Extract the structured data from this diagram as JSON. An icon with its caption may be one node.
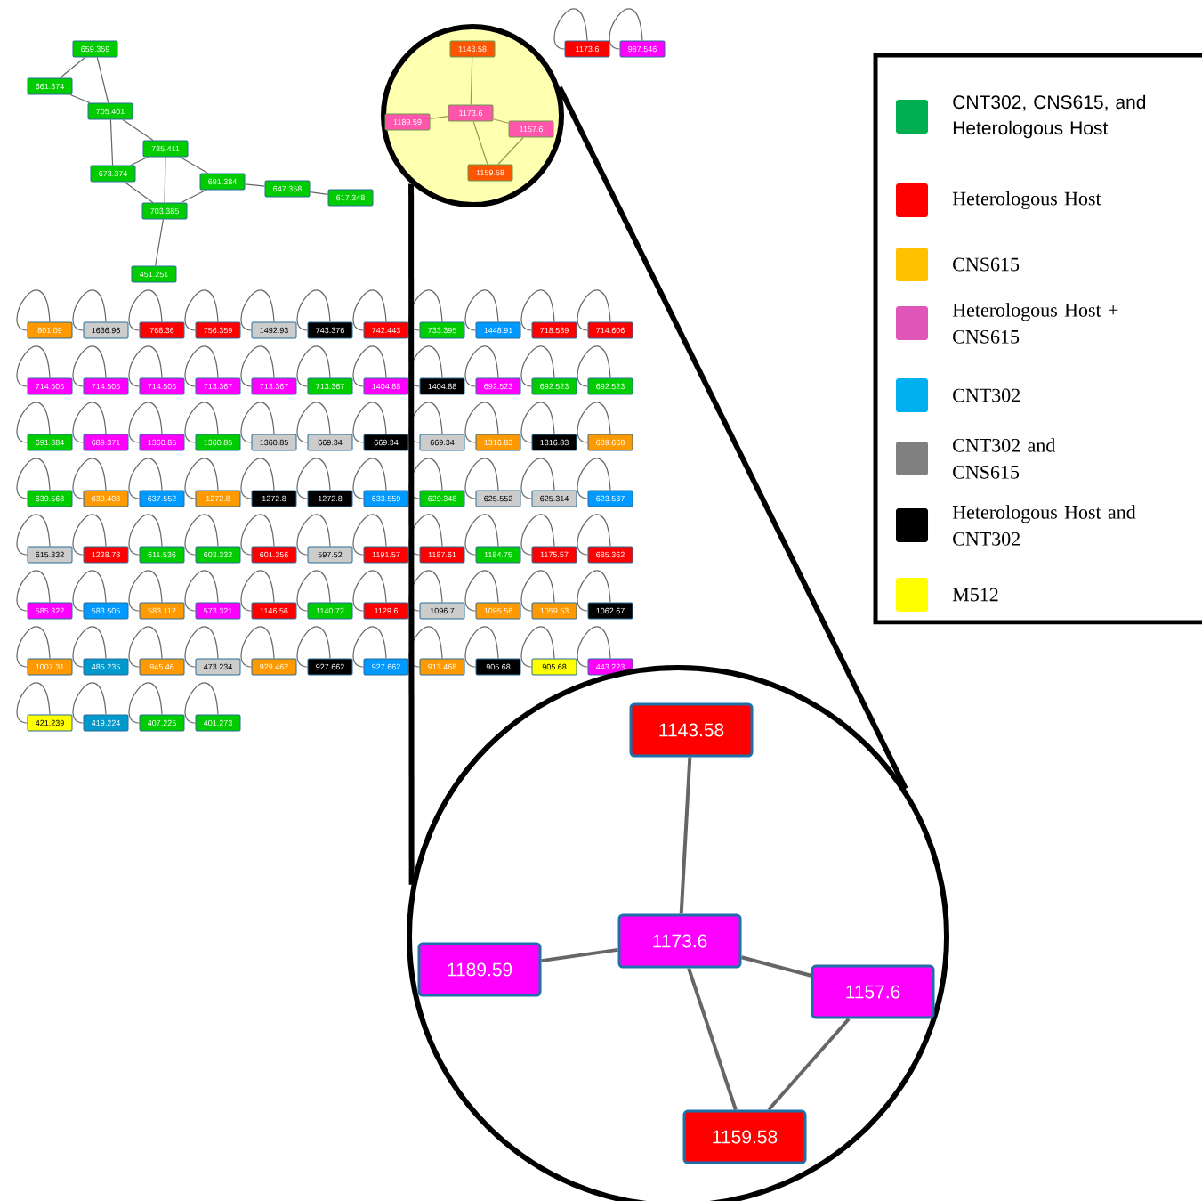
{
  "diagram": {
    "nodes": [
      {
        "text": [
          "659.359"
        ]
      },
      {
        "text": [
          "661.374"
        ]
      },
      {
        "text": [
          "705.401"
        ]
      },
      {
        "text": [
          "735.411"
        ]
      },
      {
        "text": [
          "673.374"
        ]
      },
      {
        "text": [
          "691.384"
        ]
      },
      {
        "text": [
          "703.385"
        ]
      },
      {
        "text": [
          "647.358"
        ]
      },
      {
        "text": [
          "617.348"
        ]
      },
      {
        "text": [
          "451.251"
        ]
      },
      {
        "text": [],
        "shape": "circle"
      },
      {
        "text": [
          "1143.58"
        ],
        "in": 10
      },
      {
        "text": [
          "1189.59"
        ],
        "in": 10
      },
      {
        "text": [
          "1173.6"
        ],
        "in": 10
      },
      {
        "text": [
          "1157.6"
        ],
        "in": 10
      },
      {
        "text": [
          "1159.58"
        ],
        "in": 10
      },
      {
        "text": [
          "1173.6"
        ]
      },
      {
        "text": [
          "987.546"
        ]
      },
      {
        "text": [
          "801.09"
        ]
      },
      {
        "text": [
          "1636.96"
        ]
      },
      {
        "text": [
          "768.36"
        ]
      },
      {
        "text": [
          "756.359"
        ]
      },
      {
        "text": [
          "1492.93"
        ]
      },
      {
        "text": [
          "743.376"
        ]
      },
      {
        "text": [
          "742.443"
        ]
      },
      {
        "text": [
          "733.395"
        ]
      },
      {
        "text": [
          "1448.91"
        ]
      },
      {
        "text": [
          "718.539"
        ]
      },
      {
        "text": [
          "714.606"
        ]
      },
      {
        "text": [
          "714.505"
        ]
      },
      {
        "text": [
          "714.505"
        ]
      },
      {
        "text": [
          "714.505"
        ]
      },
      {
        "text": [
          "713.367"
        ]
      },
      {
        "text": [
          "713.367"
        ]
      },
      {
        "text": [
          "713.367"
        ]
      },
      {
        "text": [
          "1404.88"
        ]
      },
      {
        "text": [
          "1404.88"
        ]
      },
      {
        "text": [
          "692.523"
        ]
      },
      {
        "text": [
          "692.523"
        ]
      },
      {
        "text": [
          "692.523"
        ]
      },
      {
        "text": [
          "691.384"
        ]
      },
      {
        "text": [
          "689.371"
        ]
      },
      {
        "text": [
          "1360.85"
        ]
      },
      {
        "text": [
          "1360.85"
        ]
      },
      {
        "text": [
          "1360.85"
        ]
      },
      {
        "text": [
          "669.34"
        ]
      },
      {
        "text": [
          "669.34"
        ]
      },
      {
        "text": [
          "669.34"
        ]
      },
      {
        "text": [
          "1316.83"
        ]
      },
      {
        "text": [
          "1316.83"
        ]
      },
      {
        "text": [
          "639.668"
        ]
      },
      {
        "text": [
          "639.568"
        ]
      },
      {
        "text": [
          "639.408"
        ]
      },
      {
        "text": [
          "637.552"
        ]
      },
      {
        "text": [
          "1272.8"
        ]
      },
      {
        "text": [
          "1272.8"
        ]
      },
      {
        "text": [
          "1272.8"
        ]
      },
      {
        "text": [
          "633.559"
        ]
      },
      {
        "text": [
          "629.348"
        ]
      },
      {
        "text": [
          "625.552"
        ]
      },
      {
        "text": [
          "625.314"
        ]
      },
      {
        "text": [
          "623.537"
        ]
      },
      {
        "text": [
          "615.332"
        ]
      },
      {
        "text": [
          "1228.78"
        ]
      },
      {
        "text": [
          "611.536"
        ]
      },
      {
        "text": [
          "603.332"
        ]
      },
      {
        "text": [
          "601.356"
        ]
      },
      {
        "text": [
          "597.52"
        ]
      },
      {
        "text": [
          "1191.57"
        ]
      },
      {
        "text": [
          "1187.61"
        ]
      },
      {
        "text": [
          "1184.75"
        ]
      },
      {
        "text": [
          "1175.57"
        ]
      },
      {
        "text": [
          "685.362"
        ]
      },
      {
        "text": [
          "585.322"
        ]
      },
      {
        "text": [
          "583.505"
        ]
      },
      {
        "text": [
          "583.112"
        ]
      },
      {
        "text": [
          "573.321"
        ]
      },
      {
        "text": [
          "1146.56"
        ]
      },
      {
        "text": [
          "1140.72"
        ]
      },
      {
        "text": [
          "1129.6"
        ]
      },
      {
        "text": [
          "1096.7"
        ]
      },
      {
        "text": [
          "1095.56"
        ]
      },
      {
        "text": [
          "1059.53"
        ]
      },
      {
        "text": [
          "1062.67"
        ]
      },
      {
        "text": [
          "1007.31"
        ]
      },
      {
        "text": [
          "485.235"
        ]
      },
      {
        "text": [
          "945.46"
        ]
      },
      {
        "text": [
          "473.234"
        ]
      },
      {
        "text": [
          "929.462"
        ]
      },
      {
        "text": [
          "927.662"
        ]
      },
      {
        "text": [
          "927.662"
        ]
      },
      {
        "text": [
          "913.468"
        ]
      },
      {
        "text": [
          "905.68"
        ]
      },
      {
        "text": [
          "905.68"
        ]
      },
      {
        "text": [
          "443.223"
        ]
      },
      {
        "text": [
          "421.239"
        ]
      },
      {
        "text": [
          "419.224"
        ]
      },
      {
        "text": [
          "407.225"
        ]
      },
      {
        "text": [
          "401.273"
        ]
      },
      {
        "text": [],
        "shape": "circle"
      },
      {
        "text": [
          "1143.58"
        ],
        "in": 99
      },
      {
        "text": [
          "1189.59"
        ],
        "in": 99
      },
      {
        "text": [
          "1173.6"
        ],
        "in": 99
      },
      {
        "text": [
          "1157.6"
        ],
        "in": 99
      },
      {
        "text": [
          "1159.58"
        ],
        "in": 99
      }
    ],
    "edges": [
      {
        "from": 0,
        "to": 1,
        "arrow": "none"
      },
      {
        "from": 0,
        "to": 2,
        "arrow": "none"
      },
      {
        "from": 1,
        "to": 2,
        "arrow": "none"
      },
      {
        "from": 2,
        "to": 3,
        "arrow": "none"
      },
      {
        "from": 2,
        "to": 4,
        "arrow": "none"
      },
      {
        "from": 3,
        "to": 4,
        "arrow": "none"
      },
      {
        "from": 3,
        "to": 6,
        "arrow": "none"
      },
      {
        "from": 3,
        "to": 5,
        "arrow": "none"
      },
      {
        "from": 4,
        "to": 6,
        "arrow": "none"
      },
      {
        "from": 5,
        "to": 6,
        "arrow": "none"
      },
      {
        "from": 5,
        "to": 7,
        "arrow": "none"
      },
      {
        "from": 7,
        "to": 8,
        "arrow": "none"
      },
      {
        "from": 6,
        "to": 9,
        "arrow": "none"
      },
      {
        "from": 11,
        "to": 13,
        "arrow": "none",
        "color": "#999955"
      },
      {
        "from": 12,
        "to": 13,
        "arrow": "none",
        "color": "#999955"
      },
      {
        "from": 13,
        "to": 14,
        "arrow": "none",
        "color": "#999955"
      },
      {
        "from": 13,
        "to": 15,
        "arrow": "none",
        "color": "#999955"
      },
      {
        "from": 14,
        "to": 15,
        "arrow": "none",
        "color": "#999955"
      },
      {
        "from": 16,
        "to": 16,
        "arrow": "none"
      },
      {
        "from": 17,
        "to": 17,
        "arrow": "none"
      },
      {
        "from": 18,
        "to": 18,
        "arrow": "none"
      },
      {
        "from": 19,
        "to": 19,
        "arrow": "none"
      },
      {
        "from": 20,
        "to": 20,
        "arrow": "none"
      },
      {
        "from": 21,
        "to": 21,
        "arrow": "none"
      },
      {
        "from": 22,
        "to": 22,
        "arrow": "none"
      },
      {
        "from": 23,
        "to": 23,
        "arrow": "none"
      },
      {
        "from": 24,
        "to": 24,
        "arrow": "none"
      },
      {
        "from": 25,
        "to": 25,
        "arrow": "none"
      },
      {
        "from": 26,
        "to": 26,
        "arrow": "none"
      },
      {
        "from": 27,
        "to": 27,
        "arrow": "none"
      },
      {
        "from": 28,
        "to": 28,
        "arrow": "none"
      },
      {
        "from": 29,
        "to": 29,
        "arrow": "none"
      },
      {
        "from": 30,
        "to": 30,
        "arrow": "none"
      },
      {
        "from": 31,
        "to": 31,
        "arrow": "none"
      },
      {
        "from": 32,
        "to": 32,
        "arrow": "none"
      },
      {
        "from": 33,
        "to": 33,
        "arrow": "none"
      },
      {
        "from": 34,
        "to": 34,
        "arrow": "none"
      },
      {
        "from": 35,
        "to": 35,
        "arrow": "none"
      },
      {
        "from": 36,
        "to": 36,
        "arrow": "none"
      },
      {
        "from": 37,
        "to": 37,
        "arrow": "none"
      },
      {
        "from": 38,
        "to": 38,
        "arrow": "none"
      },
      {
        "from": 39,
        "to": 39,
        "arrow": "none"
      },
      {
        "from": 40,
        "to": 40,
        "arrow": "none"
      },
      {
        "from": 41,
        "to": 41,
        "arrow": "none"
      },
      {
        "from": 42,
        "to": 42,
        "arrow": "none"
      },
      {
        "from": 43,
        "to": 43,
        "arrow": "none"
      },
      {
        "from": 44,
        "to": 44,
        "arrow": "none"
      },
      {
        "from": 45,
        "to": 45,
        "arrow": "none"
      },
      {
        "from": 46,
        "to": 46,
        "arrow": "none"
      },
      {
        "from": 47,
        "to": 47,
        "arrow": "none"
      },
      {
        "from": 48,
        "to": 48,
        "arrow": "none"
      },
      {
        "from": 49,
        "to": 49,
        "arrow": "none"
      },
      {
        "from": 50,
        "to": 50,
        "arrow": "none"
      },
      {
        "from": 51,
        "to": 51,
        "arrow": "none"
      },
      {
        "from": 52,
        "to": 52,
        "arrow": "none"
      },
      {
        "from": 53,
        "to": 53,
        "arrow": "none"
      },
      {
        "from": 54,
        "to": 54,
        "arrow": "none"
      },
      {
        "from": 55,
        "to": 55,
        "arrow": "none"
      },
      {
        "from": 56,
        "to": 56,
        "arrow": "none"
      },
      {
        "from": 57,
        "to": 57,
        "arrow": "none"
      },
      {
        "from": 58,
        "to": 58,
        "arrow": "none"
      },
      {
        "from": 59,
        "to": 59,
        "arrow": "none"
      },
      {
        "from": 60,
        "to": 60,
        "arrow": "none"
      },
      {
        "from": 61,
        "to": 61,
        "arrow": "none"
      },
      {
        "from": 62,
        "to": 62,
        "arrow": "none"
      },
      {
        "from": 63,
        "to": 63,
        "arrow": "none"
      },
      {
        "from": 64,
        "to": 64,
        "arrow": "none"
      },
      {
        "from": 65,
        "to": 65,
        "arrow": "none"
      },
      {
        "from": 66,
        "to": 66,
        "arrow": "none"
      },
      {
        "from": 67,
        "to": 67,
        "arrow": "none"
      },
      {
        "from": 68,
        "to": 68,
        "arrow": "none"
      },
      {
        "from": 69,
        "to": 69,
        "arrow": "none"
      },
      {
        "from": 70,
        "to": 70,
        "arrow": "none"
      },
      {
        "from": 71,
        "to": 71,
        "arrow": "none"
      },
      {
        "from": 72,
        "to": 72,
        "arrow": "none"
      },
      {
        "from": 73,
        "to": 73,
        "arrow": "none"
      },
      {
        "from": 74,
        "to": 74,
        "arrow": "none"
      },
      {
        "from": 75,
        "to": 75,
        "arrow": "none"
      },
      {
        "from": 76,
        "to": 76,
        "arrow": "none"
      },
      {
        "from": 77,
        "to": 77,
        "arrow": "none"
      },
      {
        "from": 78,
        "to": 78,
        "arrow": "none"
      },
      {
        "from": 79,
        "to": 79,
        "arrow": "none"
      },
      {
        "from": 80,
        "to": 80,
        "arrow": "none"
      },
      {
        "from": 81,
        "to": 81,
        "arrow": "none"
      },
      {
        "from": 82,
        "to": 82,
        "arrow": "none"
      },
      {
        "from": 83,
        "to": 83,
        "arrow": "none"
      },
      {
        "from": 84,
        "to": 84,
        "arrow": "none"
      },
      {
        "from": 85,
        "to": 85,
        "arrow": "none"
      },
      {
        "from": 86,
        "to": 86,
        "arrow": "none"
      },
      {
        "from": 87,
        "to": 87,
        "arrow": "none"
      },
      {
        "from": 88,
        "to": 88,
        "arrow": "none"
      },
      {
        "from": 89,
        "to": 89,
        "arrow": "none"
      },
      {
        "from": 90,
        "to": 90,
        "arrow": "none"
      },
      {
        "from": 91,
        "to": 91,
        "arrow": "none"
      },
      {
        "from": 92,
        "to": 92,
        "arrow": "none"
      },
      {
        "from": 93,
        "to": 93,
        "arrow": "none"
      },
      {
        "from": 94,
        "to": 94,
        "arrow": "none"
      },
      {
        "from": 95,
        "to": 95,
        "arrow": "none"
      },
      {
        "from": 96,
        "to": 96,
        "arrow": "none"
      },
      {
        "from": 97,
        "to": 97,
        "arrow": "none"
      },
      {
        "from": 98,
        "to": 98,
        "arrow": "none"
      },
      {
        "from": 10,
        "to": 99,
        "arrow": "none",
        "style": "thick",
        "color": "#000000"
      },
      {
        "from": 10,
        "to": 99,
        "arrow": "none",
        "style": "thick",
        "color": "#000000"
      },
      {
        "from": 100,
        "to": 102,
        "arrow": "none",
        "style": "thick"
      },
      {
        "from": 101,
        "to": 102,
        "arrow": "none",
        "style": "thick"
      },
      {
        "from": 102,
        "to": 103,
        "arrow": "none",
        "style": "thick"
      },
      {
        "from": 102,
        "to": 104,
        "arrow": "none",
        "style": "thick"
      },
      {
        "from": 103,
        "to": 104,
        "arrow": "none",
        "style": "thick"
      }
    ],
    "legend": [
      {
        "text": "CNT302, CNS615, and Heterologous Host",
        "color": "#00b050"
      },
      {
        "text": "Heterologous Host",
        "color": "#ff0000"
      },
      {
        "text": "CNS615",
        "color": "#ffc000"
      },
      {
        "text": "Heterologous Host + CNS615",
        "color": "#e056b8"
      },
      {
        "text": "CNT302",
        "color": "#00b0f0"
      },
      {
        "text": "CNT302 and CNS615",
        "color": "#808080"
      },
      {
        "text": "Heterologous Host and CNT302",
        "color": "#000000"
      },
      {
        "text": "M512",
        "color": "#ffff00"
      }
    ]
  }
}
